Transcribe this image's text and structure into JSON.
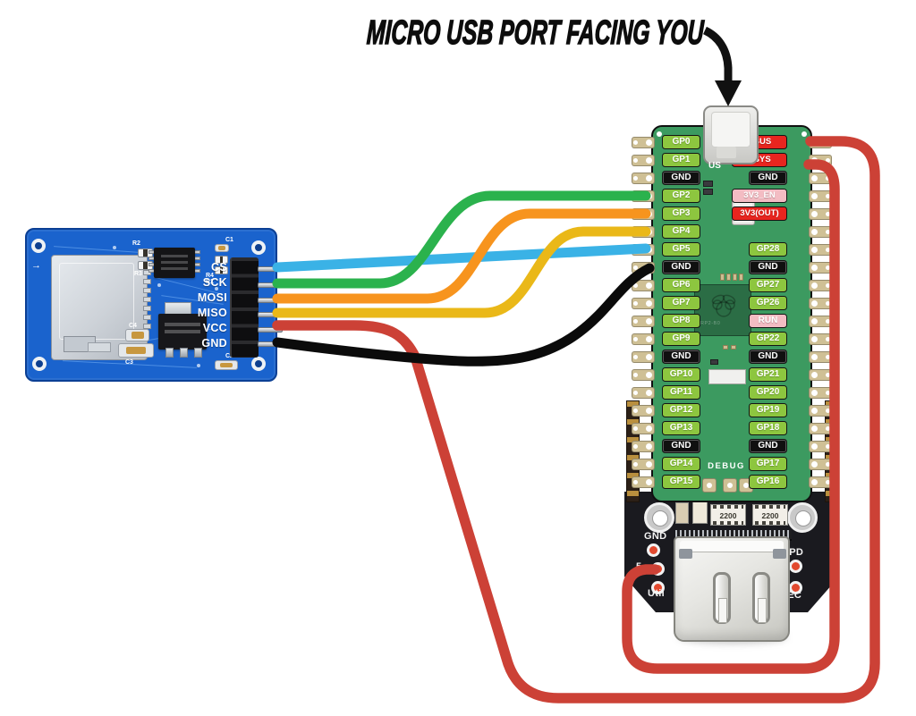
{
  "title": {
    "text": "MICRO USB PORT FACING YOU"
  },
  "sd_module": {
    "label": "Micro SD card reader module",
    "pins": [
      "CS",
      "SCK",
      "MOSI",
      "MISO",
      "VCC",
      "GND"
    ],
    "refs": {
      "r2": "R2",
      "r3": "R3",
      "c1": "C1",
      "r4": "R4",
      "r1": "R1",
      "c4": "C4",
      "c3": "C3",
      "c2": "C2"
    },
    "silkscreen_arrow": "→"
  },
  "pico": {
    "label": "Raspberry Pi Pico (rear view)",
    "usb_silkscreen": "US",
    "debug_label": "DEBUG",
    "chip_marking": "RP2-B0",
    "left_pins": [
      {
        "label": "GP0",
        "type": "gpio"
      },
      {
        "label": "GP1",
        "type": "gpio"
      },
      {
        "label": "GND",
        "type": "gnd"
      },
      {
        "label": "GP2",
        "type": "gpio"
      },
      {
        "label": "GP3",
        "type": "gpio"
      },
      {
        "label": "GP4",
        "type": "gpio"
      },
      {
        "label": "GP5",
        "type": "gpio"
      },
      {
        "label": "GND",
        "type": "gnd"
      },
      {
        "label": "GP6",
        "type": "gpio"
      },
      {
        "label": "GP7",
        "type": "gpio"
      },
      {
        "label": "GP8",
        "type": "gpio"
      },
      {
        "label": "GP9",
        "type": "gpio"
      },
      {
        "label": "GND",
        "type": "gnd"
      },
      {
        "label": "GP10",
        "type": "gpio"
      },
      {
        "label": "GP11",
        "type": "gpio"
      },
      {
        "label": "GP12",
        "type": "gpio"
      },
      {
        "label": "GP13",
        "type": "gpio"
      },
      {
        "label": "GND",
        "type": "gnd"
      },
      {
        "label": "GP14",
        "type": "gpio"
      },
      {
        "label": "GP15",
        "type": "gpio"
      }
    ],
    "right_pins": [
      {
        "label": "VBUS",
        "type": "power"
      },
      {
        "label": "VSYS",
        "type": "power"
      },
      {
        "label": "GND",
        "type": "gnd"
      },
      {
        "label": "3V3_EN",
        "type": "enable"
      },
      {
        "label": "3V3(OUT)",
        "type": "power"
      },
      {
        "label": "",
        "type": "blank"
      },
      {
        "label": "GP28",
        "type": "gpio"
      },
      {
        "label": "GND",
        "type": "gnd"
      },
      {
        "label": "GP27",
        "type": "gpio"
      },
      {
        "label": "GP26",
        "type": "gpio"
      },
      {
        "label": "RUN",
        "type": "run"
      },
      {
        "label": "GP22",
        "type": "gpio"
      },
      {
        "label": "GND",
        "type": "gnd"
      },
      {
        "label": "GP21",
        "type": "gpio"
      },
      {
        "label": "GP20",
        "type": "gpio"
      },
      {
        "label": "GP19",
        "type": "gpio"
      },
      {
        "label": "GP18",
        "type": "gpio"
      },
      {
        "label": "GND",
        "type": "gnd"
      },
      {
        "label": "GP17",
        "type": "gpio"
      },
      {
        "label": "GP16",
        "type": "gpio"
      }
    ]
  },
  "hdmi_board": {
    "label": "HDMI breakout board",
    "labels": {
      "gnd": "GND",
      "five": "5",
      "util": "Util",
      "hpd": "HPD",
      "cec": "CEC"
    },
    "resistor_value": "2200"
  },
  "wires": [
    {
      "name": "cs",
      "color": "#3ab2e6",
      "from": "CS",
      "to": "GP5"
    },
    {
      "name": "sck",
      "color": "#2bb24d",
      "from": "SCK",
      "to": "GP2"
    },
    {
      "name": "mosi",
      "color": "#f7941e",
      "from": "MOSI",
      "to": "GP3"
    },
    {
      "name": "miso",
      "color": "#eab818",
      "from": "MISO",
      "to": "GP4"
    },
    {
      "name": "gnd",
      "color": "#0b0b0b",
      "from": "GND",
      "to": "GND"
    },
    {
      "name": "vcc",
      "color": "#cc4136",
      "from": "VCC",
      "to": "VBUS"
    },
    {
      "name": "vsys",
      "color": "#cc4136",
      "from": "VSYS",
      "to": "5"
    }
  ],
  "colors": {
    "pico_board": "#3c9a60",
    "pad_tan": "#cfc095",
    "label_gpio": "#8dc63f",
    "label_gnd": "#101010",
    "label_power": "#e8251f",
    "label_pink": "#f3bcc3",
    "sd_board": "#1a63cd",
    "hdmi_board": "#1a1a1f",
    "arrow": "#111111"
  }
}
